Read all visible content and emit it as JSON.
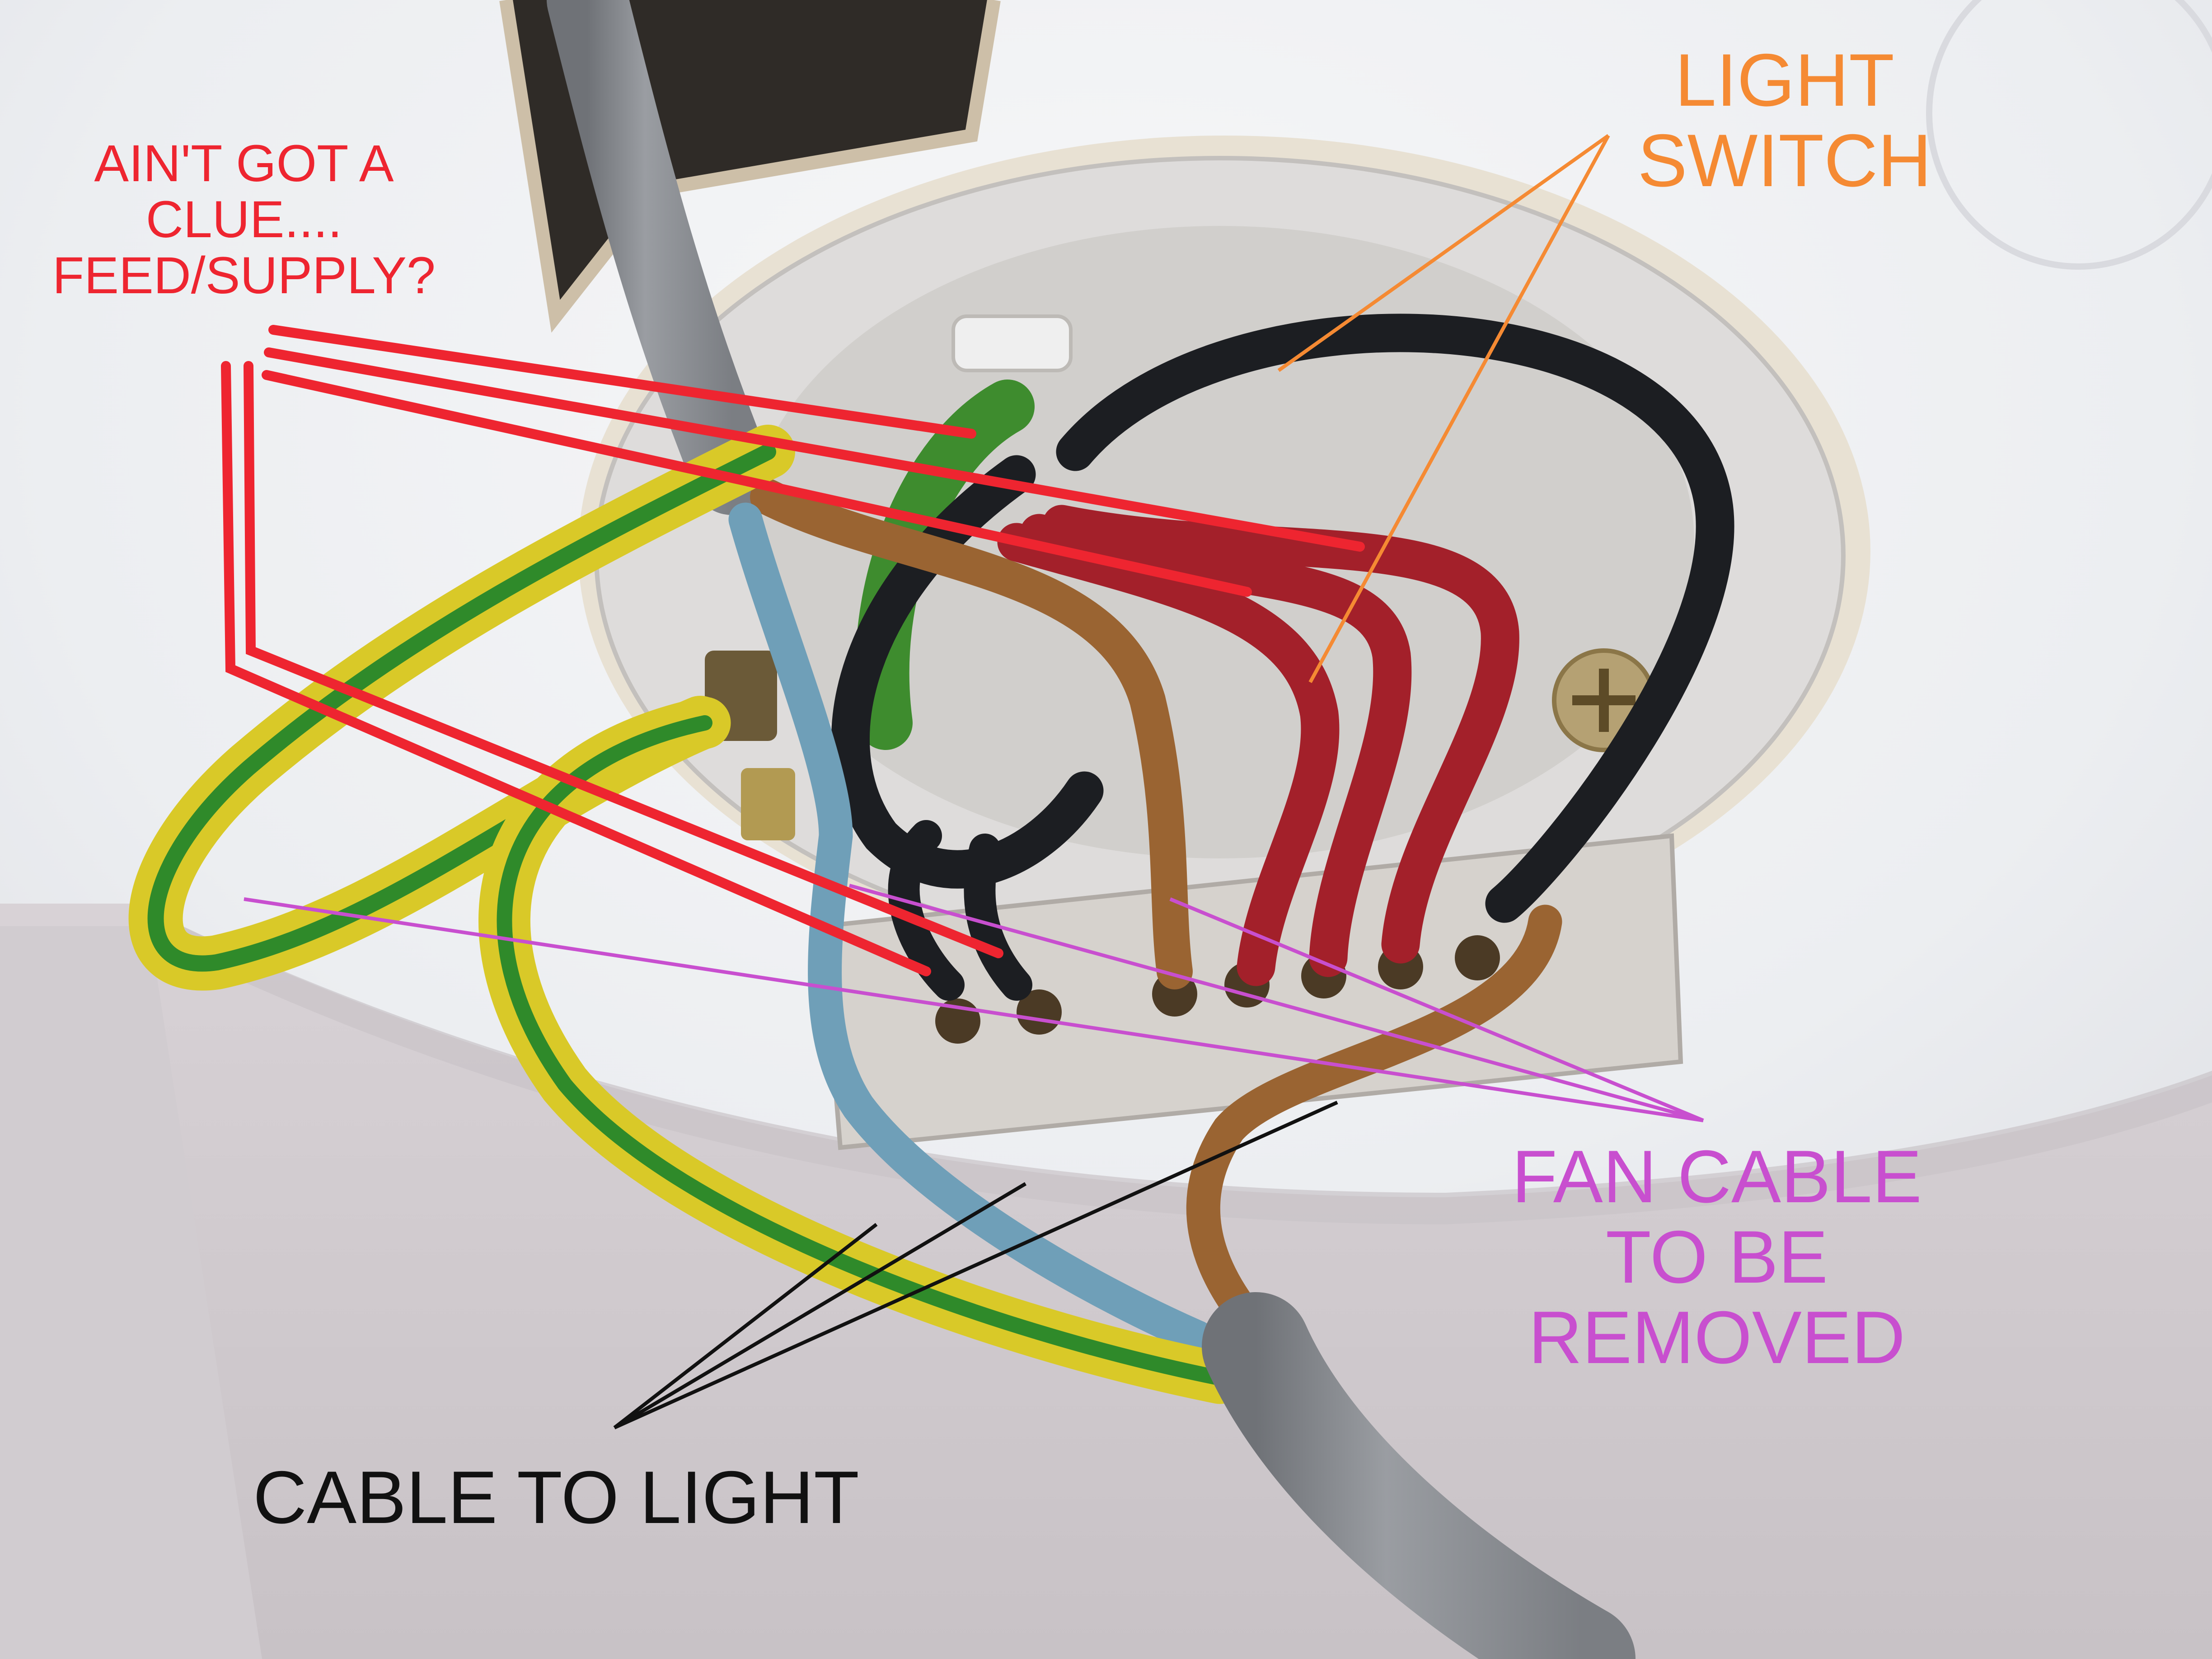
{
  "annotations": {
    "unknown": {
      "lines": [
        "AIN'T GOT A",
        "CLUE....",
        "FEED/SUPPLY?"
      ],
      "color": "#ee2530"
    },
    "light_switch": {
      "lines": [
        "LIGHT",
        "SWITCH"
      ],
      "color": "#f58a33"
    },
    "fan_cable": {
      "lines": [
        "FAN CABLE",
        "TO BE",
        "REMOVED"
      ],
      "color": "#c84fcf"
    },
    "cable_to_light": {
      "lines": [
        "CABLE TO LIGHT"
      ],
      "color": "#111111"
    }
  },
  "wire_colors": {
    "earth_yellow": "#d9c928",
    "earth_green": "#2f8a2a",
    "neutral_blue": "#6f9fb8",
    "live_brown": "#9a6432",
    "red": "#a3202a",
    "black": "#1c1e22",
    "grey_sheath": "#8e9196"
  }
}
